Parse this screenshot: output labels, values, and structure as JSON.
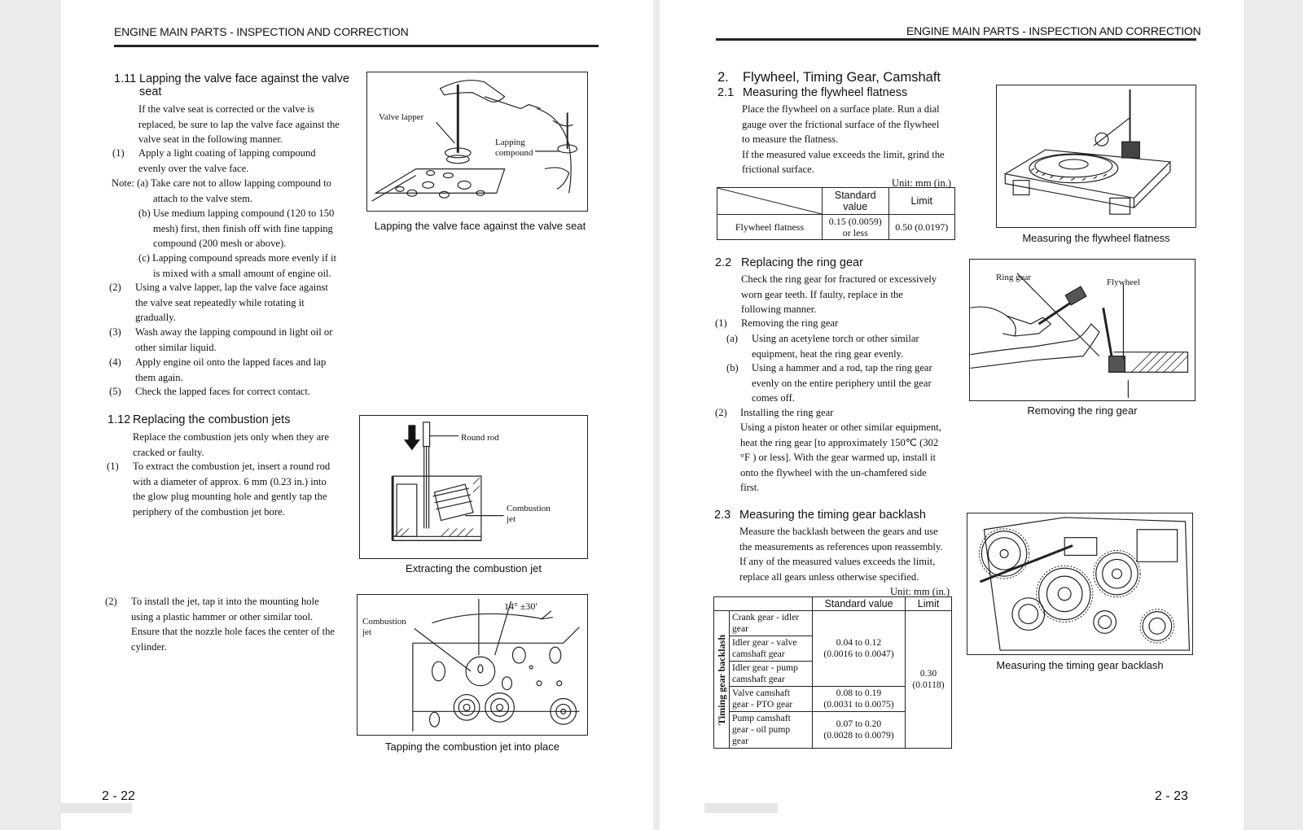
{
  "header_title": "ENGINE MAIN PARTS - INSPECTION AND CORRECTION",
  "left": {
    "s111": {
      "num": "1.11",
      "title_line1": "Lapping the valve face against the valve",
      "title_line2": "seat",
      "intro": [
        "If the valve seat is corrected or the valve is",
        "replaced, be sure to lap the valve face against the",
        "valve seat in the following manner."
      ],
      "step1_num": "(1)",
      "step1": [
        "Apply a light coating of lapping compound",
        "evenly over the valve face."
      ],
      "note_lines": [
        "Note: (a) Take care not to allow lapping compound to",
        "attach to the valve stem."
      ],
      "note_b": [
        "(b) Use medium lapping compound (120 to 150",
        "mesh) first, then finish off with fine tapping",
        "compound (200 mesh or above)."
      ],
      "note_c": [
        "(c) Lapping compound spreads more evenly if it",
        "is mixed with a small amount of engine oil."
      ],
      "step2_num": "(2)",
      "step2": [
        "Using a valve lapper, lap the valve face against",
        "the valve seat repeatedly while rotating it",
        "gradually."
      ],
      "step3_num": "(3)",
      "step3": [
        "Wash away the lapping compound in light oil or",
        "other similar liquid."
      ],
      "step4_num": "(4)",
      "step4": [
        "Apply engine oil onto the lapped faces and lap",
        "them again."
      ],
      "step5_num": "(5)",
      "step5": [
        "Check the lapped faces for correct contact."
      ],
      "fig_label_lapper": "Valve lapper",
      "fig_label_compound1": "Lapping",
      "fig_label_compound2": "compound",
      "fig_caption": "Lapping the valve face against the valve seat"
    },
    "s112": {
      "num": "1.12",
      "title": "Replacing the combustion jets",
      "intro": [
        "Replace the combustion jets only when they are",
        "cracked or faulty."
      ],
      "step1_num": "(1)",
      "step1": [
        "To extract the combustion jet, insert a round rod",
        "with a diameter of approx. 6 mm (0.23 in.) into",
        "the glow plug mounting hole and gently tap the",
        "periphery of the combustion jet bore."
      ],
      "fig1_label_rod": "Round rod",
      "fig1_label_jet1": "Combustion",
      "fig1_label_jet2": "jet",
      "fig1_caption": "Extracting the combustion jet",
      "step2_num": "(2)",
      "step2": [
        "To install the jet, tap it into the mounting hole",
        "using a plastic hammer or other similar tool.",
        "Ensure that the nozzle hole faces the center of the",
        "cylinder."
      ],
      "fig2_label_jet1": "Combustion",
      "fig2_label_jet2": "jet",
      "fig2_angle": "14° ±30′",
      "fig2_caption": "Tapping the combustion jet into place"
    },
    "page_number": "2 - 22"
  },
  "right": {
    "s2": {
      "num": "2.",
      "title": "Flywheel, Timing Gear, Camshaft"
    },
    "s21": {
      "num": "2.1",
      "title": "Measuring the flywheel flatness",
      "body": [
        "Place the flywheel on a surface plate.  Run a dial",
        "gauge over the frictional surface of the flywheel",
        "to measure the flatness.",
        "If the measured value exceeds the limit, grind the",
        "frictional surface."
      ],
      "unit": "Unit: mm (in.)",
      "table": {
        "head_standard1": "Standard",
        "head_standard2": "value",
        "head_limit": "Limit",
        "row_label": "Flywheel flatness",
        "row_standard1": "0.15 (0.0059)",
        "row_standard2": "or less",
        "row_limit": "0.50 (0.0197)"
      },
      "fig_caption": "Measuring the flywheel flatness"
    },
    "s22": {
      "num": "2.2",
      "title": "Replacing the ring gear",
      "intro": [
        "Check the ring gear for fractured or excessively",
        "worn gear teeth.   If faulty, replace in the",
        "following manner."
      ],
      "step1_num": "(1)",
      "step1_title": "Removing the ring gear",
      "a_num": "(a)",
      "a": [
        "Using an acetylene torch or other similar",
        "equipment, heat the ring gear evenly."
      ],
      "b_num": "(b)",
      "b": [
        "Using a hammer and a rod, tap the ring gear",
        "evenly on the entire periphery until the gear",
        "comes off."
      ],
      "step2_num": "(2)",
      "step2_title": "Installing the ring gear",
      "step2": [
        "Using a piston heater or other similar equipment,",
        "heat the ring gear [to approximately 150℃ (302",
        "°F ) or less].  With the gear warmed up, install it",
        "onto the flywheel with the un-chamfered side",
        "first."
      ],
      "fig_label_ring": "Ring gear",
      "fig_label_flywheel": "Flywheel",
      "fig_caption": "Removing the ring gear"
    },
    "s23": {
      "num": "2.3",
      "title": "Measuring the timing gear backlash",
      "body": [
        "Measure the backlash between the gears and use",
        "the measurements as references upon reassembly.",
        "If any of the measured values exceeds the limit,",
        "replace all gears unless otherwise specified."
      ],
      "unit": "Unit: mm (in.)",
      "table": {
        "head_standard": "Standard value",
        "head_limit": "Limit",
        "side_label": "Timing gear backlash",
        "rows": [
          {
            "name1": "Crank gear - idler",
            "name2": "gear"
          },
          {
            "name1": "Idler gear - valve",
            "name2": "camshaft gear"
          },
          {
            "name1": "Idler gear - pump",
            "name2": "camshaft gear"
          },
          {
            "name1": "Valve camshaft",
            "name2": "gear - PTO gear"
          },
          {
            "name1": "Pump camshaft",
            "name2": "gear - oil pump",
            "name3": "gear"
          }
        ],
        "std_a1": "0.04 to 0.12",
        "std_a2": "(0.0016 to 0.0047)",
        "std_b1": "0.08 to 0.19",
        "std_b2": "(0.0031 to 0.0075)",
        "std_c1": "0.07 to 0.20",
        "std_c2": "(0.0028 to 0.0079)",
        "limit1": "0.30",
        "limit2": "(0.0118)"
      },
      "fig_caption": "Measuring the timing gear backlash"
    },
    "page_number": "2 - 23"
  }
}
